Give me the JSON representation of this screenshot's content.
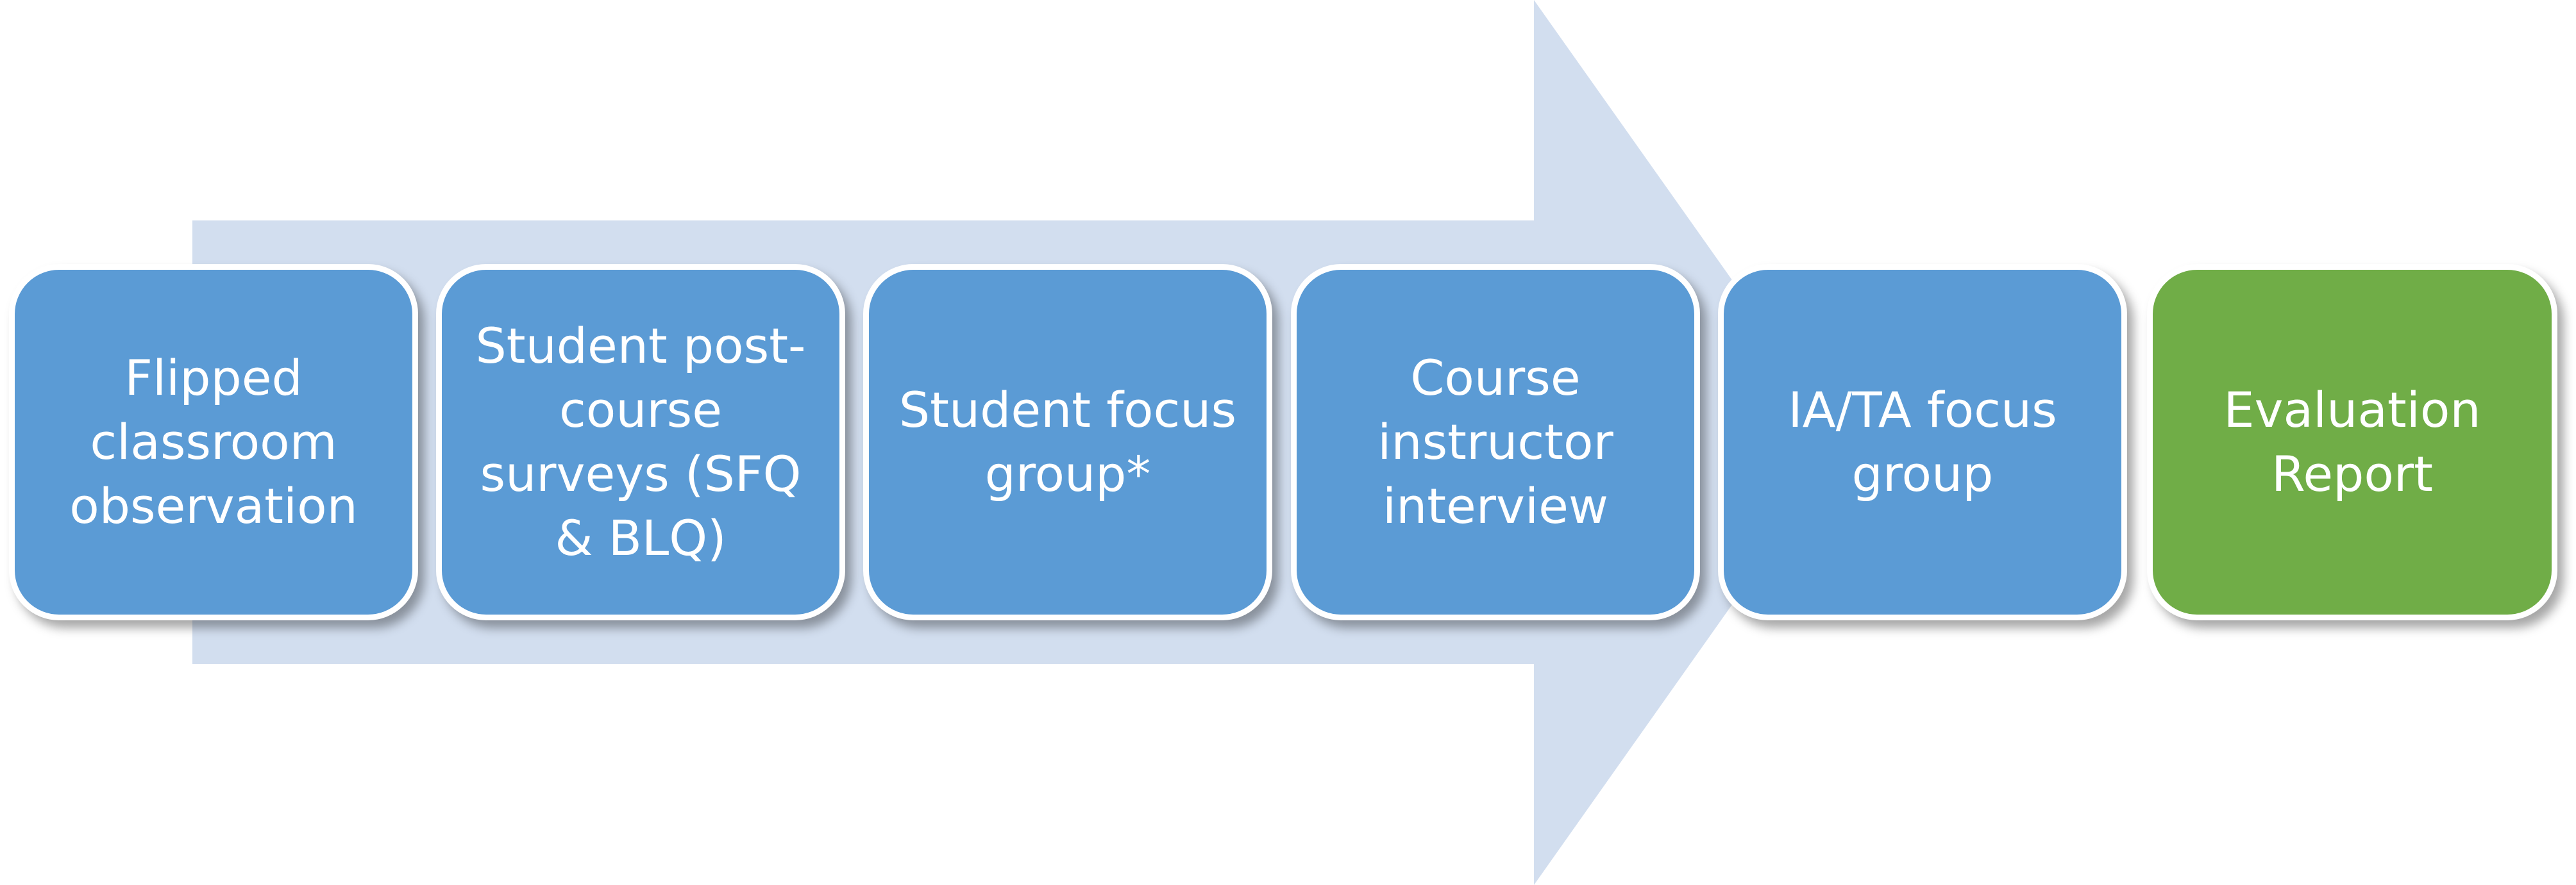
{
  "colors": {
    "arrow": "#d2deef",
    "step_fill": "#5b9bd5",
    "final_fill": "#70ad47",
    "border": "#ffffff",
    "text": "#ffffff"
  },
  "steps": [
    {
      "label": "Flipped classroom observation"
    },
    {
      "label": "Student post-course surveys (SFQ & BLQ)"
    },
    {
      "label": "Student focus group*"
    },
    {
      "label": "Course instructor interview"
    },
    {
      "label": "IA/TA focus group"
    },
    {
      "label": "Evaluation Report"
    }
  ]
}
